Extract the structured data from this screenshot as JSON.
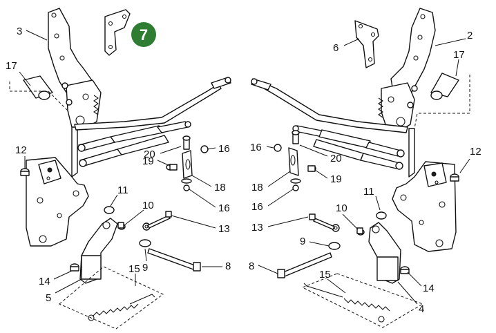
{
  "diagram": {
    "badge": {
      "label": "7",
      "color": "#2e7d32"
    },
    "callouts": {
      "c3": "3",
      "c17l": "17",
      "c12l": "12",
      "c20l": "20",
      "c16l1": "16",
      "c19l": "19",
      "c18l": "18",
      "c16l2": "16",
      "c11l": "11",
      "c10l": "10",
      "c13l": "13",
      "c9l": "9",
      "c8l": "8",
      "c14l": "14",
      "c5": "5",
      "c15l": "15",
      "c6": "6",
      "c2": "2",
      "c17r": "17",
      "c12r": "12",
      "c16r1": "16",
      "c20r": "20",
      "c19r": "19",
      "c18r": "18",
      "c16r2": "16",
      "c11r": "11",
      "c10r": "10",
      "c13r": "13",
      "c9r": "9",
      "c8r": "8",
      "c15r": "15",
      "c14r": "14",
      "c4": "4"
    }
  }
}
